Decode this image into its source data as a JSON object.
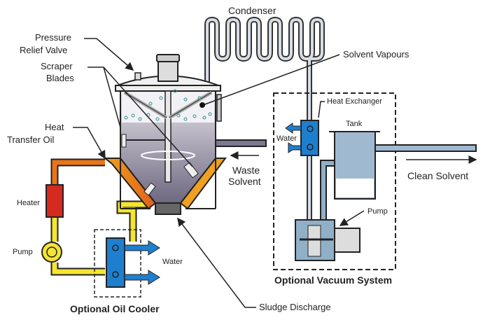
{
  "labels": {
    "condenser": "Condenser",
    "pressure_relief_valve": [
      "Pressure",
      "Relief Valve"
    ],
    "scraper_blades": [
      "Scraper",
      "Blades"
    ],
    "heat_transfer_oil": [
      "Heat",
      "Transfer Oil"
    ],
    "solvent_vapours": "Solvent Vapours",
    "heat_exchanger": "Heat Exchanger",
    "tank": "Tank",
    "water_vacuum": "Water",
    "waste_solvent": [
      "Waste",
      "Solvent"
    ],
    "clean_solvent": "Clean Solvent",
    "pump_vacuum": "Pump",
    "optional_vacuum_system": "Optional Vacuum System",
    "heater": "Heater",
    "pump_oil": "Pump",
    "water_oil": "Water",
    "optional_oil_cooler": "Optional Oil Cooler",
    "sludge_discharge": "Sludge Discharge"
  },
  "colors": {
    "hot_oil": "#e8751a",
    "cool_oil": "#f5e532",
    "heater": "#d42a1f",
    "water": "#1e7fcf",
    "vessel_liquid": "#7d7790",
    "pipe_vacuum": "#8fb0c8",
    "tank_fill": "#9fbad0"
  }
}
